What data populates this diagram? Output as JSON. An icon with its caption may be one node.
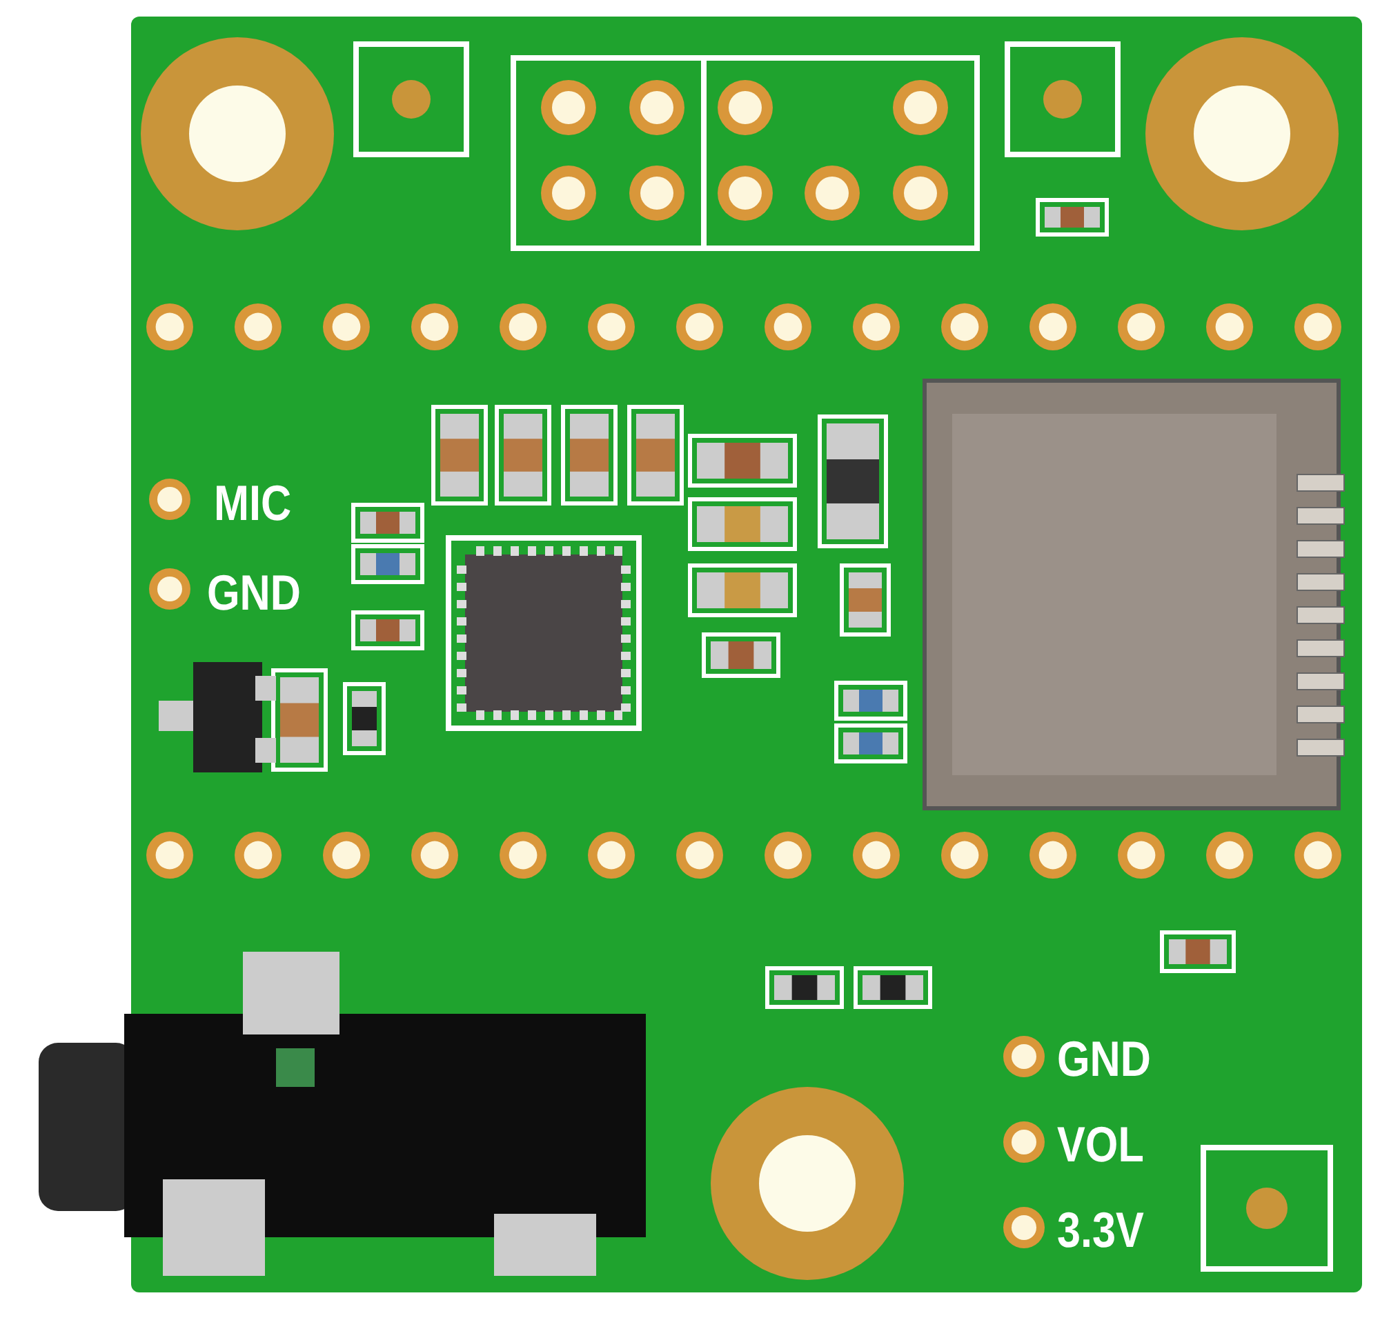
{
  "diagram": {
    "labels": [
      "MIC",
      "GND",
      "GND",
      "VOL",
      "3.3V"
    ]
  }
}
